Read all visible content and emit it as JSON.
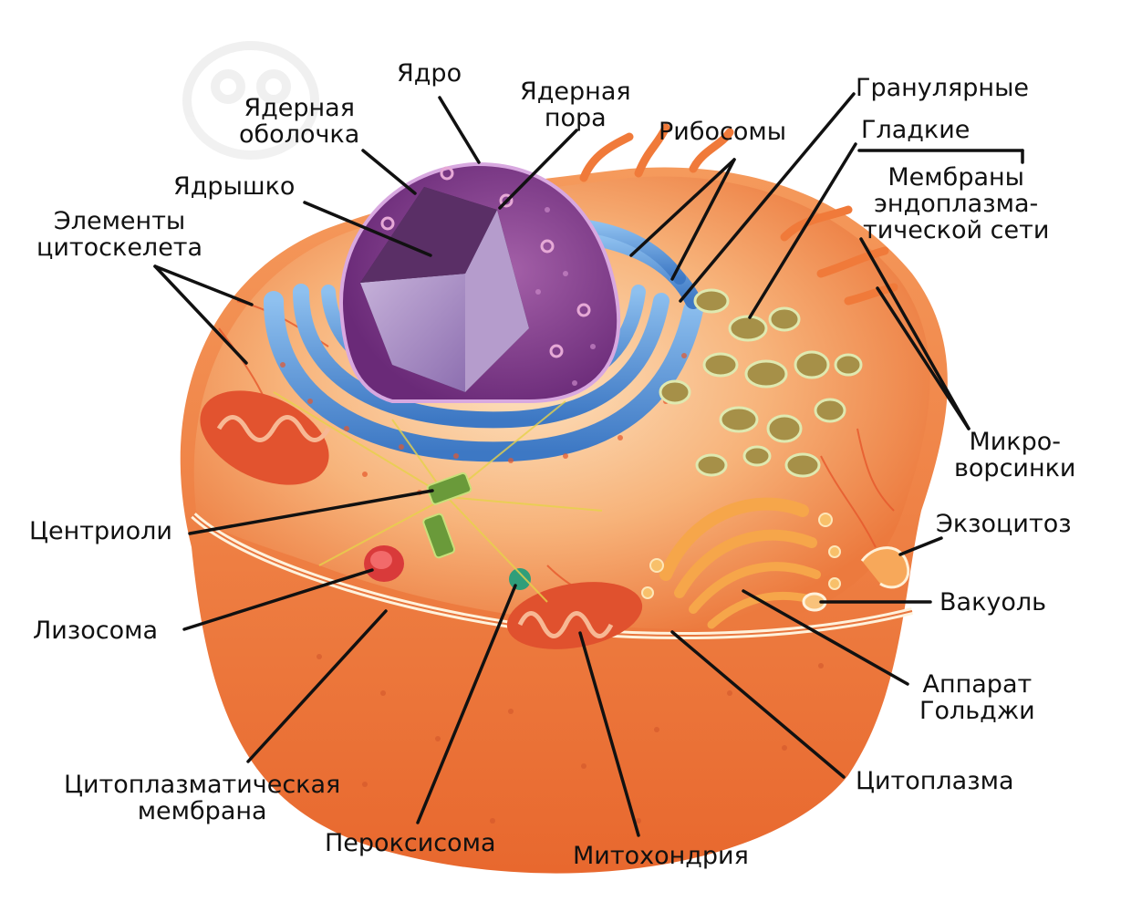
{
  "labels": {
    "nucleus": "Ядро",
    "nuclear_pore": [
      "Ядерная",
      "пора"
    ],
    "nuclear_envelope": [
      "Ядерная",
      "оболочка"
    ],
    "nucleolus": "Ядрышко",
    "cytoskeleton": [
      "Элементы",
      "цитоскелета"
    ],
    "ribosomes": "Рибосомы",
    "granular": "Гранулярные",
    "smooth": "Гладкие",
    "er_membranes": [
      "Мембраны",
      "эндоплазма-",
      "тической сети"
    ],
    "microvilli": [
      "Микро-",
      "ворсинки"
    ],
    "exocytosis": "Экзоцитоз",
    "vacuole": "Вакуоль",
    "golgi": [
      "Аппарат",
      "Гольджи"
    ],
    "cytoplasm": "Цитоплазма",
    "mitochondrion": "Митохондрия",
    "peroxisome": "Пероксисома",
    "plasma_membrane": [
      "Цитоплазматическая",
      "мембрана"
    ],
    "lysosome": "Лизосома",
    "centrioles": "Центриоли"
  },
  "colors": {
    "cell_outer": "#f28a4a",
    "cell_inner": "#f9c08a",
    "nucleus": "#7e3a8c",
    "er": "#4f8fd6",
    "golgi": "#f7b65a",
    "mitochondria": "#d9472b",
    "smooth_er": "#b8a24e",
    "leader": "#111111"
  }
}
